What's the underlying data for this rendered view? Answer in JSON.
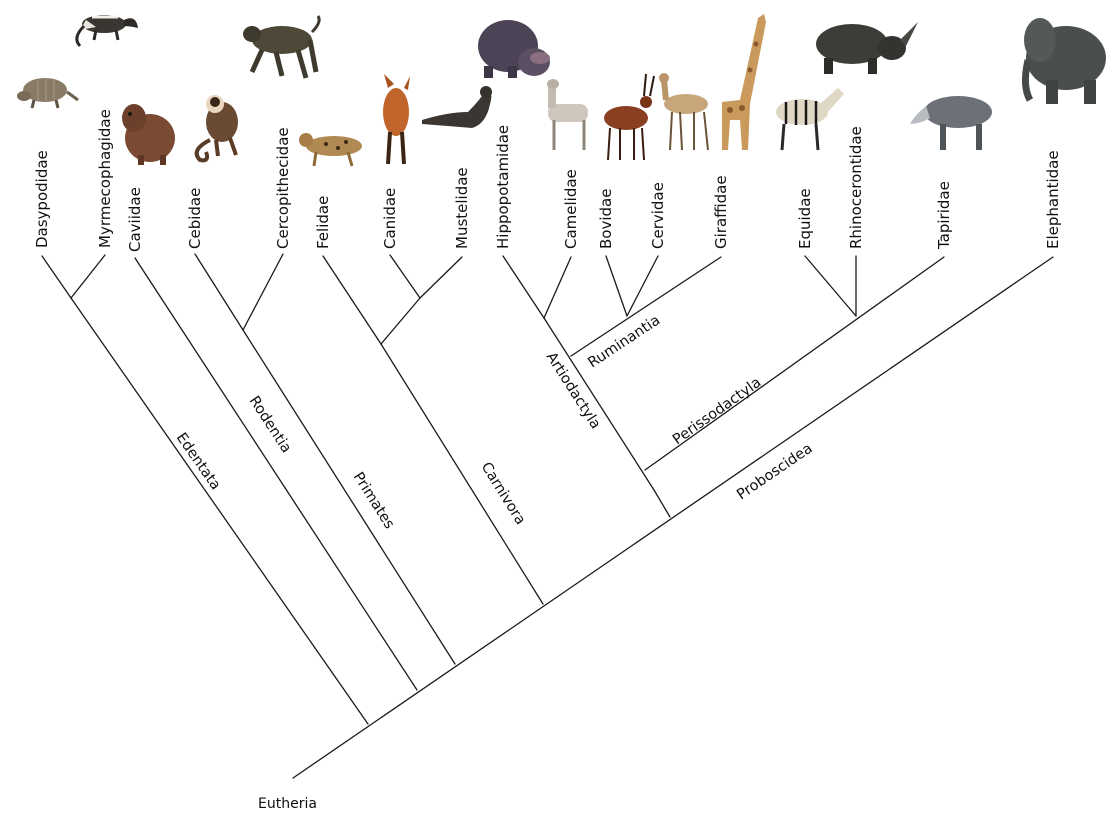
{
  "tree": {
    "root_label": "Eutheria",
    "families": [
      {
        "key": "dasypodidae",
        "label": "Dasypodidae",
        "animal": "armadillo"
      },
      {
        "key": "myrmecophagidae",
        "label": "Myrmecophagidae",
        "animal": "anteater"
      },
      {
        "key": "caviidae",
        "label": "Caviidae",
        "animal": "capybara"
      },
      {
        "key": "cebidae",
        "label": "Cebidae",
        "animal": "capuchin monkey"
      },
      {
        "key": "cercopithecidae",
        "label": "Cercopithecidae",
        "animal": "baboon"
      },
      {
        "key": "felidae",
        "label": "Felidae",
        "animal": "ocelot"
      },
      {
        "key": "canidae",
        "label": "Canidae",
        "animal": "maned wolf"
      },
      {
        "key": "mustelidae",
        "label": "Mustelidae",
        "animal": "otter"
      },
      {
        "key": "hippopotamidae",
        "label": "Hippopotamidae",
        "animal": "hippopotamus"
      },
      {
        "key": "camelidae",
        "label": "Camelidae",
        "animal": "llama"
      },
      {
        "key": "bovidae",
        "label": "Bovidae",
        "animal": "antelope"
      },
      {
        "key": "cervidae",
        "label": "Cervidae",
        "animal": "deer"
      },
      {
        "key": "giraffidae",
        "label": "Giraffidae",
        "animal": "giraffe"
      },
      {
        "key": "equidae",
        "label": "Equidae",
        "animal": "zebra"
      },
      {
        "key": "rhinocerotidae",
        "label": "Rhinocerontidae",
        "animal": "rhinoceros"
      },
      {
        "key": "tapiridae",
        "label": "Tapiridae",
        "animal": "tapir"
      },
      {
        "key": "elephantidae",
        "label": "Elephantidae",
        "animal": "elephant"
      }
    ],
    "clades": [
      {
        "key": "edentata",
        "label": "Edentata"
      },
      {
        "key": "rodentia",
        "label": "Rodentia"
      },
      {
        "key": "primates",
        "label": "Primates"
      },
      {
        "key": "carnivora",
        "label": "Carnivora"
      },
      {
        "key": "artiodactyla",
        "label": "Artiodactyla"
      },
      {
        "key": "ruminantia",
        "label": "Ruminantia"
      },
      {
        "key": "perissodactyla",
        "label": "Perissodactyla"
      },
      {
        "key": "proboscidea",
        "label": "Proboscidea"
      }
    ]
  }
}
